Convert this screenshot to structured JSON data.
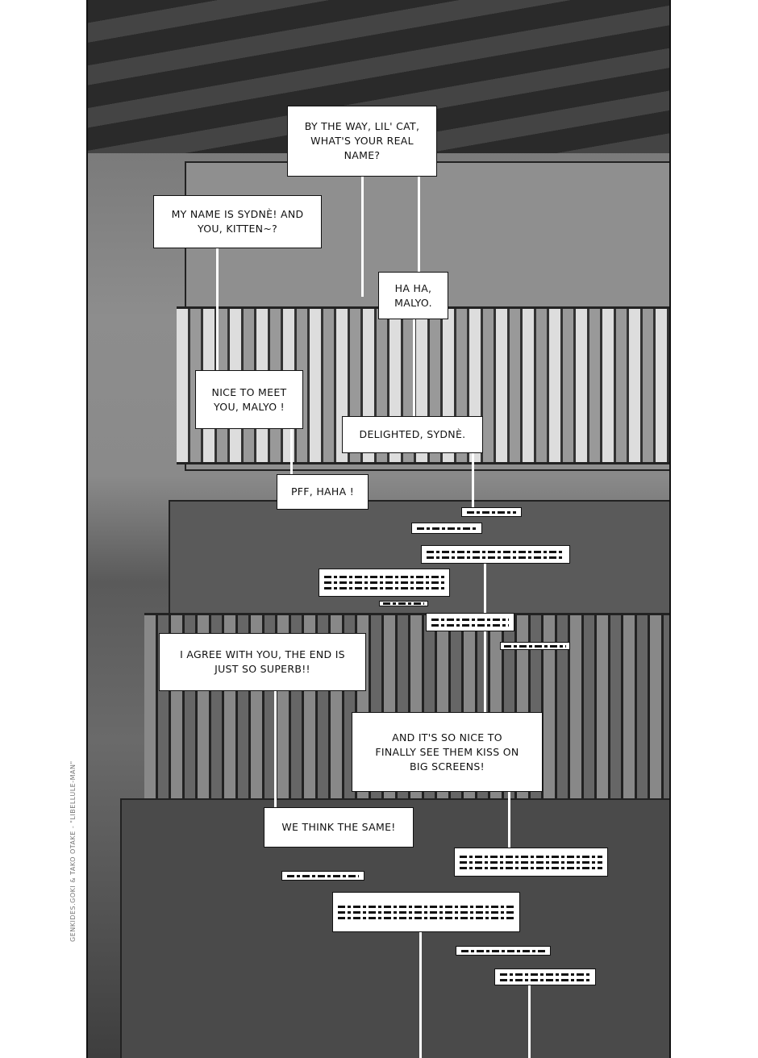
{
  "credit": "GENKIDES.GOKI & TAKO OTAKE - \"LIBELLULE-MAN\"",
  "dialogue": [
    "By the way, lil' cat, what's your real name?",
    "My name is Sydnè! And you, kitten~?",
    "Ha ha, Malyo.",
    "Nice to meet you, Malyo !",
    "Delighted, Sydnè.",
    "Pff, haha !",
    "I agree with you, the end is just so superb!!",
    "And it's so nice to finally see them kiss on big screens!",
    "We think the same!"
  ]
}
